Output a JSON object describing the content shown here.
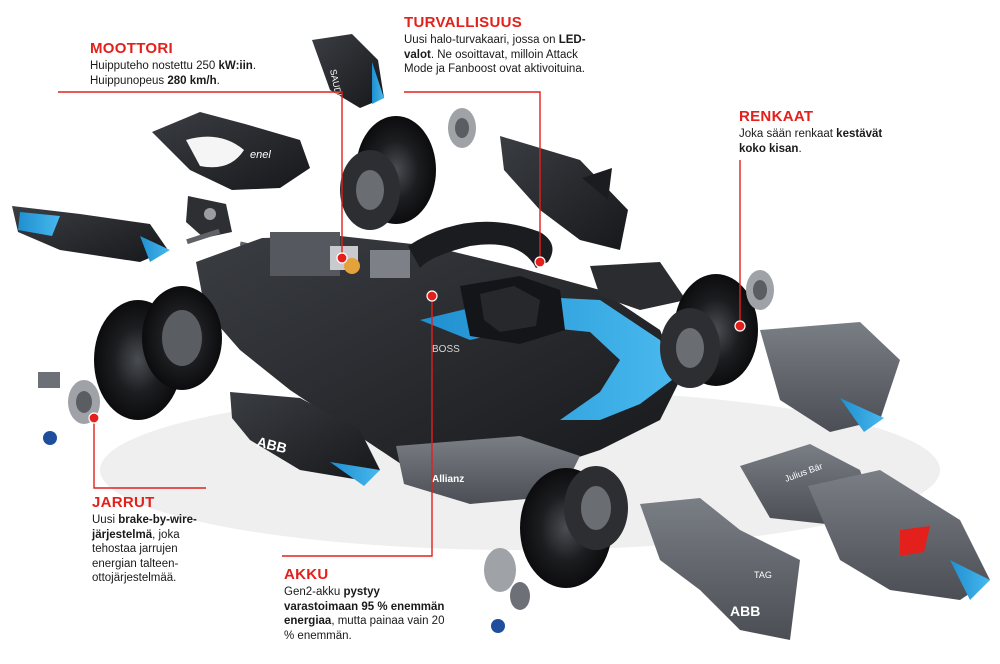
{
  "callouts": {
    "moottori": {
      "title": "MOOTTORI",
      "text": [
        {
          "t": "Huipputeho nostettu 250 "
        },
        {
          "t": "kW:iin",
          "b": true
        },
        {
          "t": ". Huippunopeus "
        },
        {
          "t": "280 km/h",
          "b": true
        },
        {
          "t": "."
        }
      ]
    },
    "turvallisuus": {
      "title": "TURVALLISUUS",
      "text": [
        {
          "t": "Uusi halo-turvakaari, jossa on "
        },
        {
          "t": "LED-valot",
          "b": true
        },
        {
          "t": ". Ne osoittavat, milloin Attack Mode ja Fanboost ovat aktivoituina."
        }
      ]
    },
    "renkaat": {
      "title": "RENKAAT",
      "text": [
        {
          "t": "Joka sään renkaat "
        },
        {
          "t": "kestävät koko kisan",
          "b": true
        },
        {
          "t": "."
        }
      ]
    },
    "jarrut": {
      "title": "JARRUT",
      "text": [
        {
          "t": "Uusi "
        },
        {
          "t": "brake-by-wire-järjestelmä",
          "b": true
        },
        {
          "t": ", joka tehostaa jarrujen energian talteen-ottojärjestelmää."
        }
      ]
    },
    "akku": {
      "title": "AKKU",
      "text": [
        {
          "t": "Gen2-akku "
        },
        {
          "t": "pystyy varastoimaan 95 % enemmän energiaa",
          "b": true
        },
        {
          "t": ", mutta painaa vain 20 % enemmän."
        }
      ]
    }
  },
  "car_branding": {
    "sponsor_abb": "ABB",
    "sponsor_enel": "enel",
    "sponsor_saudia": "SAUDIA",
    "sponsor_allianz": "Allianz",
    "sponsor_julius_baer": "Julius Bär",
    "sponsor_boss": "BOSS",
    "sponsor_tag": "TAG"
  },
  "colors": {
    "accent_red": "#e3201b",
    "livery_blue": "#2aa3e0",
    "carbon_dark": "#2b2d31",
    "panel_grey": "#6d7178"
  }
}
